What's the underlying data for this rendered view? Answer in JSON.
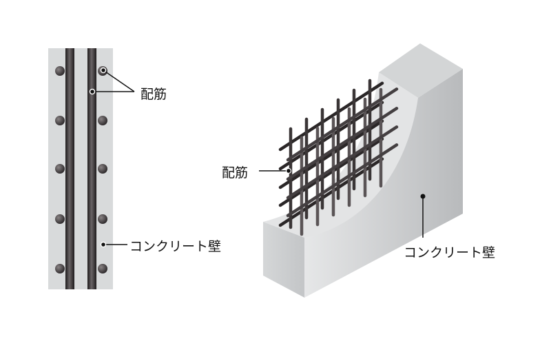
{
  "left_section": {
    "rebar_label": "配筋",
    "concrete_label": "コンクリート壁"
  },
  "right_section": {
    "rebar_label": "配筋",
    "concrete_label": "コンクリート壁"
  },
  "colors": {
    "concrete": "#d9dbdc",
    "rebar": "#3a3537",
    "leader": "#111111"
  }
}
